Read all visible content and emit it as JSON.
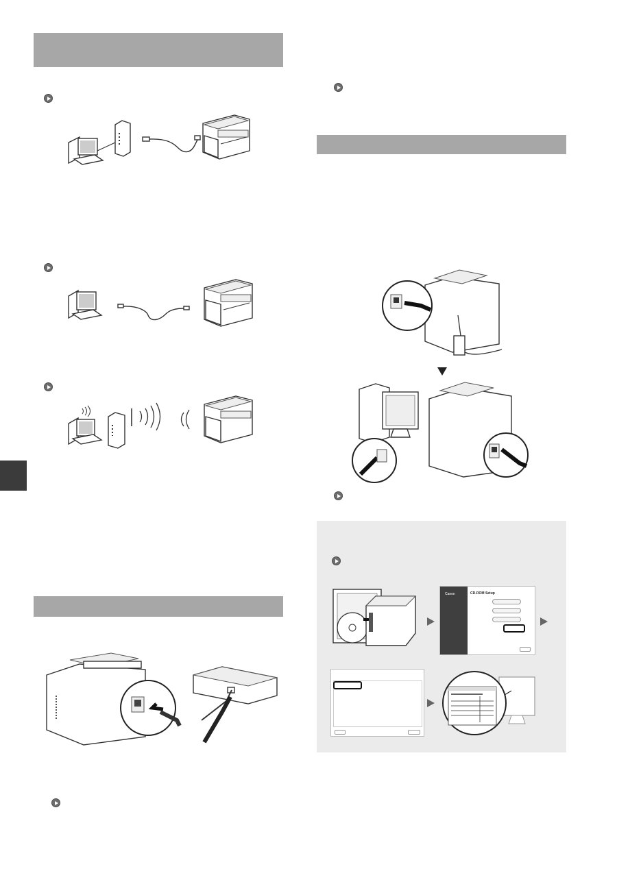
{
  "page": {
    "sections": [
      {
        "id": "left-top-header",
        "title": ""
      },
      {
        "id": "left-bottom-header",
        "title": ""
      },
      {
        "id": "right-top-header",
        "title": ""
      }
    ],
    "icons": {
      "arrow": "circle-arrow-right-icon",
      "down_triangle": "down-triangle-icon",
      "right_triangle": "right-triangle-icon"
    },
    "colors": {
      "header_bar": "#a7a7a7",
      "side_tab": "#3b3b3b",
      "panel_bg": "#ebebeb"
    },
    "screen_title": "CD-ROM Setup",
    "brand": "Canon"
  }
}
